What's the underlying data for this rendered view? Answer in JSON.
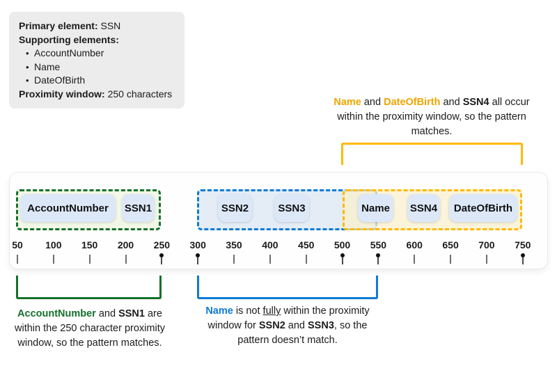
{
  "colors": {
    "green": "#15702c",
    "blue": "#0e7ad4",
    "amber": "#FFB900",
    "amber_text": "#efa500",
    "green_fill": "#f2f7e7",
    "blue_fill": "#e4edf6",
    "amber_fill": "rgba(250,240,206,0.75)",
    "elem_fill": "#dce8f8",
    "infobox_bg": "#ececec"
  },
  "info_box": {
    "primary_label": "Primary element:",
    "primary_value": " SSN",
    "supporting_label": "Supporting elements:",
    "supporting_items": [
      "AccountNumber",
      "Name",
      "DateOfBirth"
    ],
    "proximity_label": "Proximity window:",
    "proximity_value": " 250 characters"
  },
  "timeline": {
    "elements": [
      {
        "label": "AccountNumber"
      },
      {
        "label": "SSN1"
      },
      {
        "label": "SSN2"
      },
      {
        "label": "SSN3"
      },
      {
        "label": "Name"
      },
      {
        "label": "SSN4"
      },
      {
        "label": "DateOfBirth"
      }
    ],
    "ruler": {
      "ticks": [
        {
          "label": "50",
          "dot": false
        },
        {
          "label": "100",
          "dot": false
        },
        {
          "label": "150",
          "dot": false
        },
        {
          "label": "200",
          "dot": false
        },
        {
          "label": "250",
          "dot": true
        },
        {
          "label": "300",
          "dot": true
        },
        {
          "label": "350",
          "dot": false
        },
        {
          "label": "400",
          "dot": false
        },
        {
          "label": "450",
          "dot": false
        },
        {
          "label": "500",
          "dot": true
        },
        {
          "label": "550",
          "dot": true
        },
        {
          "label": "600",
          "dot": false
        },
        {
          "label": "650",
          "dot": false
        },
        {
          "label": "700",
          "dot": false
        },
        {
          "label": "750",
          "dot": true
        }
      ]
    }
  },
  "annotations": {
    "top": {
      "segments": [
        {
          "t": "Name",
          "s": "amber-bold"
        },
        {
          "t": " and "
        },
        {
          "t": "DateOfBirth",
          "s": "amber-bold"
        },
        {
          "t": " and "
        },
        {
          "t": "SSN4",
          "s": "bold"
        },
        {
          "t": " all occur within the proximity window, so the pattern matches."
        }
      ]
    },
    "bottom_left": {
      "segments": [
        {
          "t": "AccountNumber",
          "s": "green-bold"
        },
        {
          "t": " and "
        },
        {
          "t": "SSN1",
          "s": "bold"
        },
        {
          "t": " are within the 250 character proximity window, so the pattern matches."
        }
      ]
    },
    "bottom_mid": {
      "segments": [
        {
          "t": "Name",
          "s": "blue-bold"
        },
        {
          "t": " is not "
        },
        {
          "t": "fully",
          "s": "underline"
        },
        {
          "t": " within the proximity window for "
        },
        {
          "t": "SSN2",
          "s": "bold"
        },
        {
          "t": " and "
        },
        {
          "t": "SSN3",
          "s": "bold"
        },
        {
          "t": ", so the pattern doesn’t match."
        }
      ]
    }
  }
}
